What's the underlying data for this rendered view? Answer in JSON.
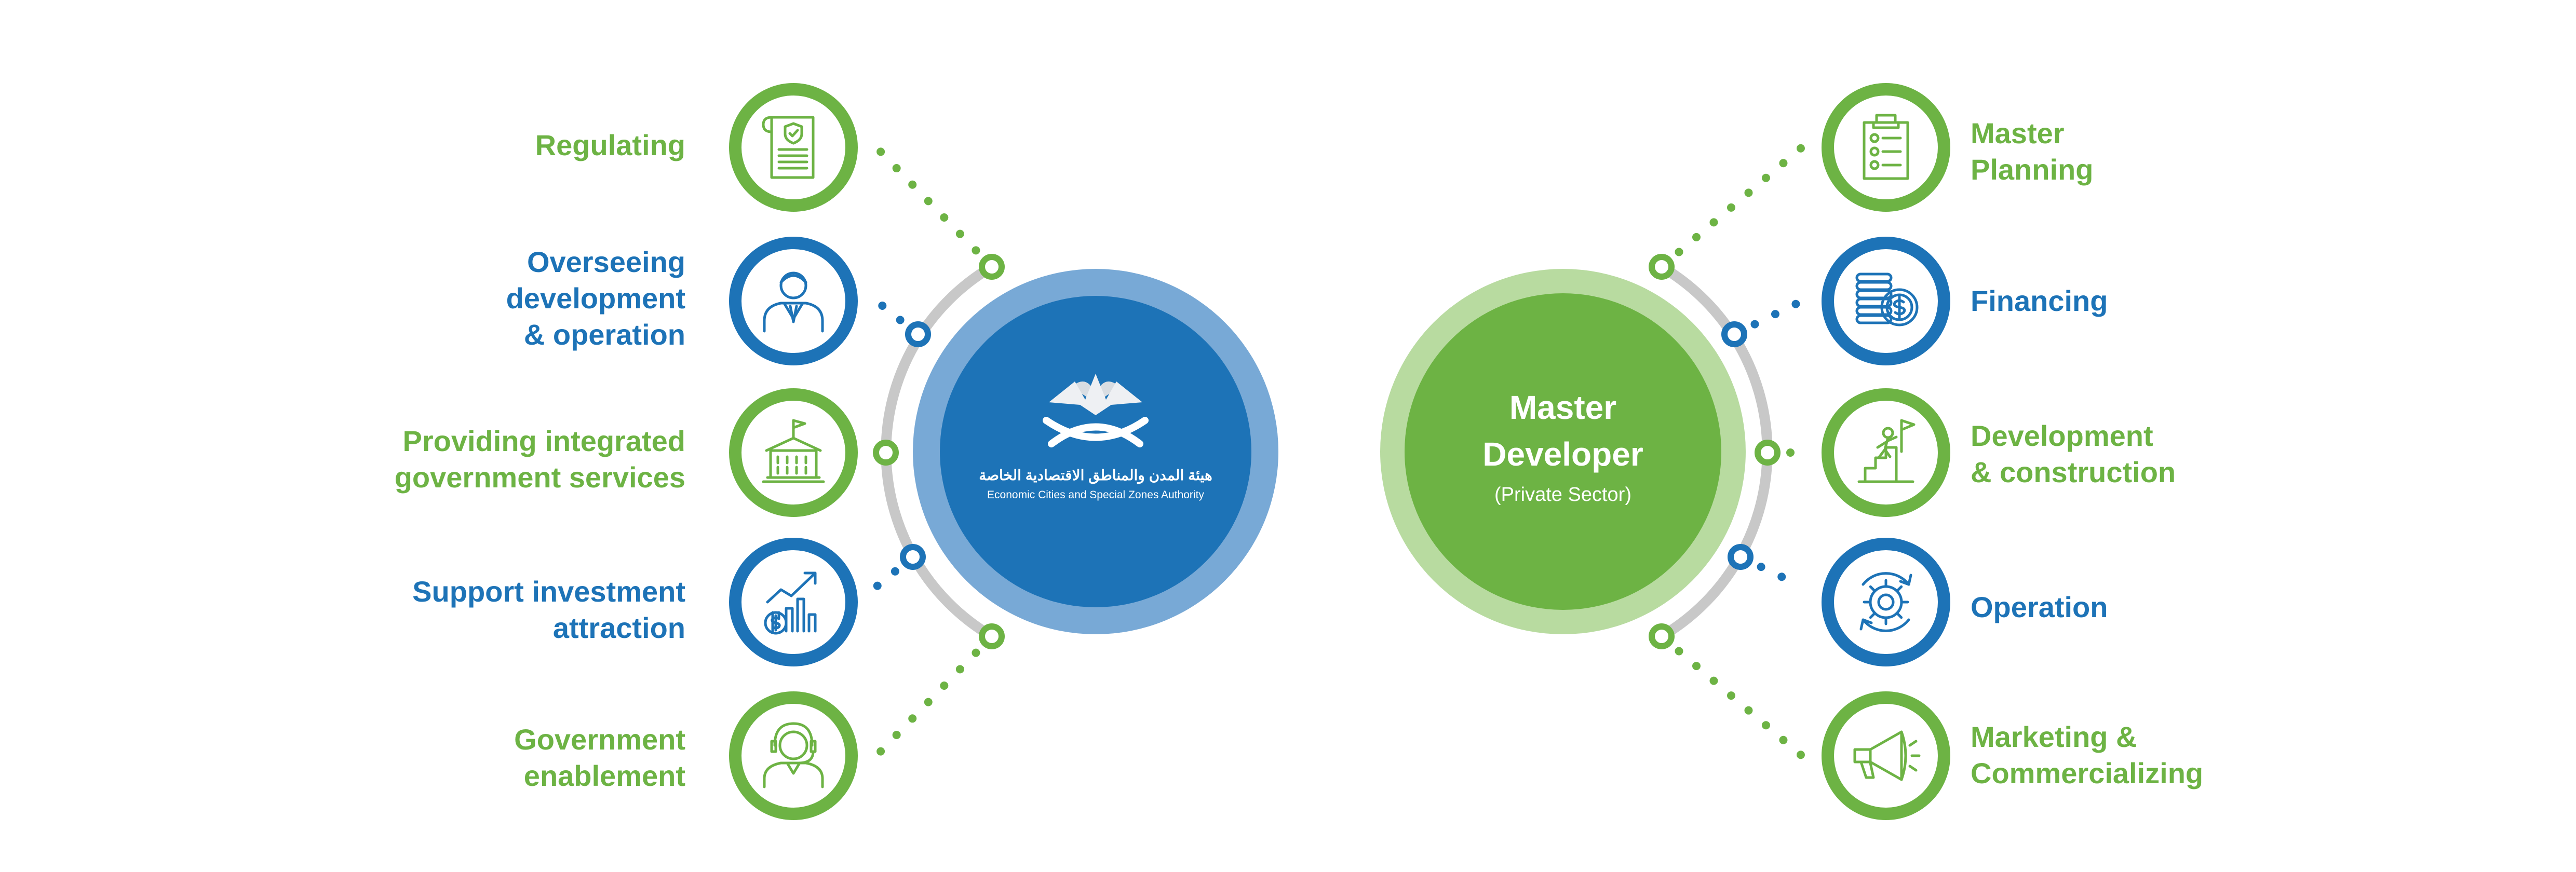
{
  "colors": {
    "green": "#6db344",
    "green_light": "#b8dba0",
    "blue": "#1d73b7",
    "blue_light": "#78a9d6",
    "arc_gray": "#c8c8c8",
    "white": "#ffffff"
  },
  "left_hub": {
    "logo_icon": "eczones-star-logo",
    "logo_arabic": "هيئة المدن والمناطق الاقتصادية الخاصة",
    "logo_english": "Economic Cities and Special Zones Authority"
  },
  "right_hub": {
    "title_line1": "Master",
    "title_line2": "Developer",
    "subtitle": "(Private Sector)"
  },
  "left_roles": [
    {
      "lines": [
        "Regulating"
      ],
      "icon": "document-shield-icon",
      "color": "green"
    },
    {
      "lines": [
        "Overseeing",
        "development",
        "& operation"
      ],
      "icon": "person-suit-icon",
      "color": "blue"
    },
    {
      "lines": [
        "Providing integrated",
        "government services"
      ],
      "icon": "government-building-icon",
      "color": "green"
    },
    {
      "lines": [
        "Support investment",
        "attraction"
      ],
      "icon": "growth-chart-icon",
      "color": "blue"
    },
    {
      "lines": [
        "Government",
        "enablement"
      ],
      "icon": "headset-agent-icon",
      "color": "green"
    }
  ],
  "right_roles": [
    {
      "lines": [
        "Master",
        "Planning"
      ],
      "icon": "clipboard-list-icon",
      "color": "green"
    },
    {
      "lines": [
        "Financing"
      ],
      "icon": "coins-dollar-icon",
      "color": "blue"
    },
    {
      "lines": [
        "Development",
        "& construction"
      ],
      "icon": "climber-flag-icon",
      "color": "green"
    },
    {
      "lines": [
        "Operation"
      ],
      "icon": "gear-cycle-icon",
      "color": "blue"
    },
    {
      "lines": [
        "Marketing &",
        "Commercializing"
      ],
      "icon": "megaphone-icon",
      "color": "green"
    }
  ]
}
